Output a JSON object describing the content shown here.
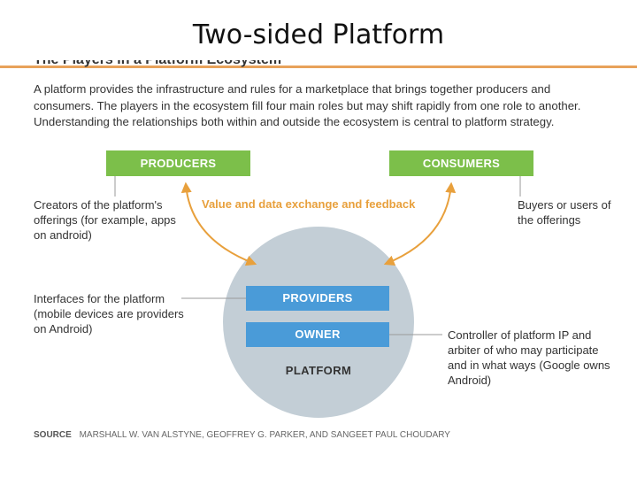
{
  "slide": {
    "title": "Two-sided Platform"
  },
  "figure": {
    "heading_partial": "The Players in a Platform Ecosystem",
    "intro": "A platform provides the infrastructure and rules for a marketplace that brings together producers and consumers. The players in the ecosystem fill four main roles but may shift rapidly from one role to another. Understanding the relationships both within and outside the ecosystem is central to platform strategy.",
    "producers": {
      "label": "PRODUCERS",
      "description": "Creators of the platform's offerings (for example, apps on android)"
    },
    "consumers": {
      "label": "CONSUMERS",
      "description": "Buyers or users of the offerings"
    },
    "exchange_label": "Value and data exchange and feedback",
    "providers": {
      "label": "PROVIDERS",
      "description": "Interfaces for the platform (mobile devices are providers on Android)"
    },
    "owner": {
      "label": "OWNER",
      "description": "Controller of platform IP and arbiter of who may participate and in what ways (Google owns Android)"
    },
    "platform_label": "PLATFORM",
    "source_label": "SOURCE",
    "source_text": "MARSHALL W. VAN ALSTYNE, GEOFFREY G. PARKER, AND SANGEET PAUL CHOUDARY"
  },
  "colors": {
    "accent_orange": "#e8a03c",
    "producer_green": "#7cbf4a",
    "provider_blue": "#4a9bd8",
    "platform_gray": "#c3ced6"
  }
}
